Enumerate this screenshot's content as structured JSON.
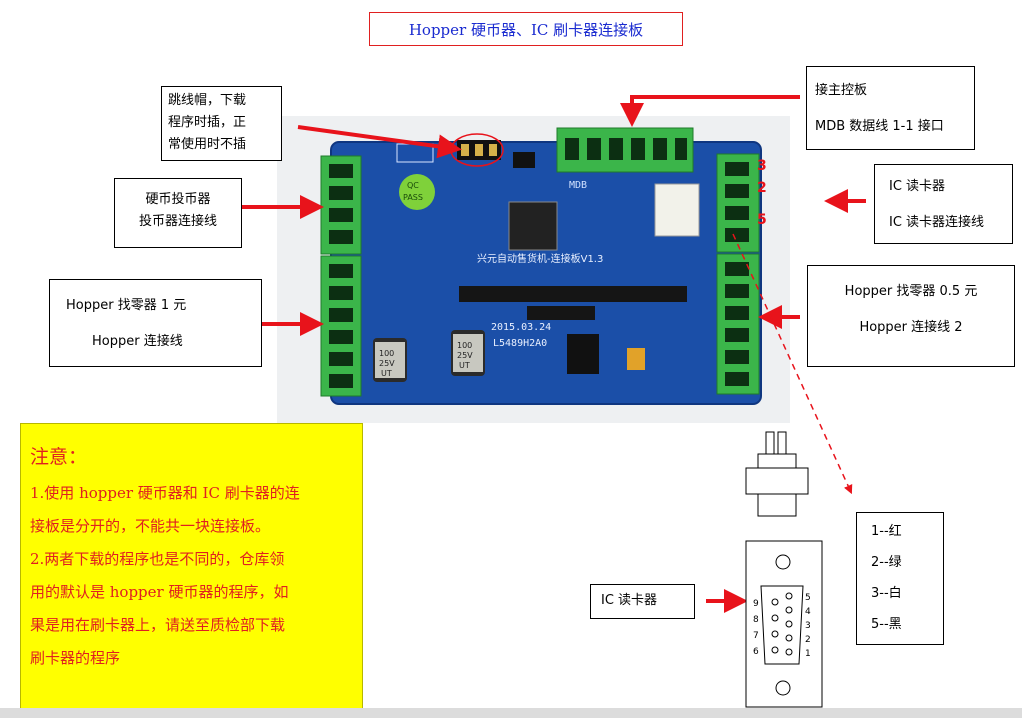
{
  "title": "Hopper 硬币器、IC 刷卡器连接板",
  "board": {
    "label_mdb": "MDB",
    "label_qc": "QC",
    "label_pass": "PASS",
    "label_name": "兴元自动售货机-连接板V1.3",
    "label_date": "2015.03.24",
    "label_code": "L5489H2A0",
    "cap1_value": "100",
    "cap1_volt": "25V",
    "cap1_brand": "UT",
    "cap2_value": "100",
    "cap2_volt": "25V",
    "cap2_brand": "UT",
    "pin3": "3",
    "pin2": "2",
    "pin5": "5"
  },
  "callouts": {
    "jumper_line1": "跳线帽，下载",
    "jumper_line2": "程序时插，正",
    "jumper_line3": "常使用时不插",
    "coin_line1": "硬币投币器",
    "coin_line2": "投币器连接线",
    "hopper1_line1": "Hopper 找零器    1 元",
    "hopper1_line2": "Hopper 连接线",
    "main_line1": "接主控板",
    "main_line2": "MDB 数据线 1-1 接口",
    "ic_line1": "IC 读卡器",
    "ic_line2": "IC 读卡器连接线",
    "hopper2_line1": "Hopper 找零器    0.5 元",
    "hopper2_line2": "Hopper 连接线 2",
    "ic_reader_label": "IC 读卡器"
  },
  "note": {
    "heading": "注意：",
    "line1": "1.使用 hopper 硬币器和 IC 刷卡器的连",
    "line2": "接板是分开的，不能共一块连接板。",
    "line3": "2.两者下载的程序也是不同的，仓库领",
    "line4": "用的默认是 hopper 硬币器的程序，如",
    "line5": "果是用在刷卡器上，请送至质检部下载",
    "line6": "刷卡器的程序"
  },
  "pin_legend": [
    "1--红",
    "2--绿",
    "3--白",
    "5--黑"
  ],
  "db9_left": [
    "9",
    "8",
    "7",
    "6"
  ],
  "db9_right": [
    "5",
    "4",
    "3",
    "2",
    "1"
  ],
  "colors": {
    "arrow": "#e8131b",
    "title_text": "#1a2bd0",
    "note_bg": "#ffff00",
    "pcb": "#1b4fa8",
    "terminal": "#3bb54a"
  }
}
